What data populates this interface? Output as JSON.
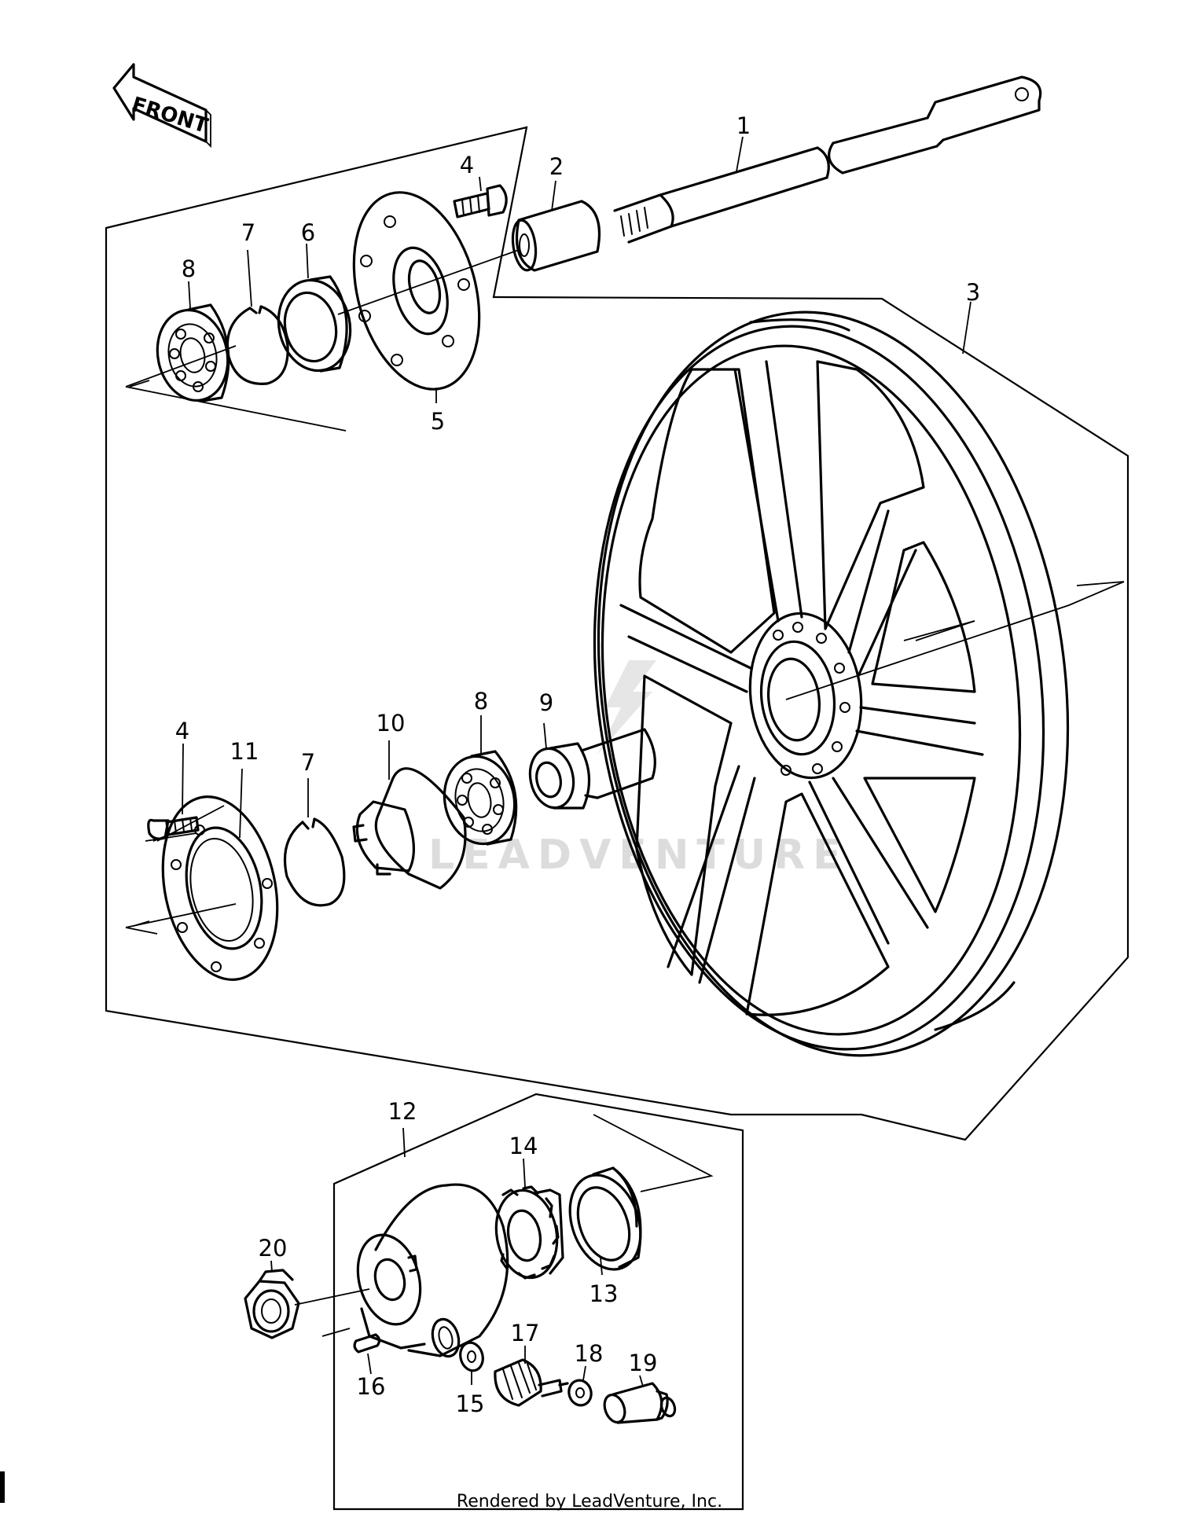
{
  "front_label": "FRONT",
  "watermark": "LEADVENTURE",
  "footer": "Rendered by LeadVenture, Inc.",
  "callouts": [
    {
      "id": "c1",
      "text": "1"
    },
    {
      "id": "c2",
      "text": "2"
    },
    {
      "id": "c3",
      "text": "3"
    },
    {
      "id": "c4a",
      "text": "4"
    },
    {
      "id": "c4b",
      "text": "4"
    },
    {
      "id": "c5",
      "text": "5"
    },
    {
      "id": "c6",
      "text": "6"
    },
    {
      "id": "c7a",
      "text": "7"
    },
    {
      "id": "c7b",
      "text": "7"
    },
    {
      "id": "c8a",
      "text": "8"
    },
    {
      "id": "c8b",
      "text": "8"
    },
    {
      "id": "c9",
      "text": "9"
    },
    {
      "id": "c10",
      "text": "10"
    },
    {
      "id": "c11",
      "text": "11"
    },
    {
      "id": "c12",
      "text": "12"
    },
    {
      "id": "c13",
      "text": "13"
    },
    {
      "id": "c14",
      "text": "14"
    },
    {
      "id": "c15",
      "text": "15"
    },
    {
      "id": "c16",
      "text": "16"
    },
    {
      "id": "c17",
      "text": "17"
    },
    {
      "id": "c18",
      "text": "18"
    },
    {
      "id": "c19",
      "text": "19"
    },
    {
      "id": "c20",
      "text": "20"
    }
  ]
}
